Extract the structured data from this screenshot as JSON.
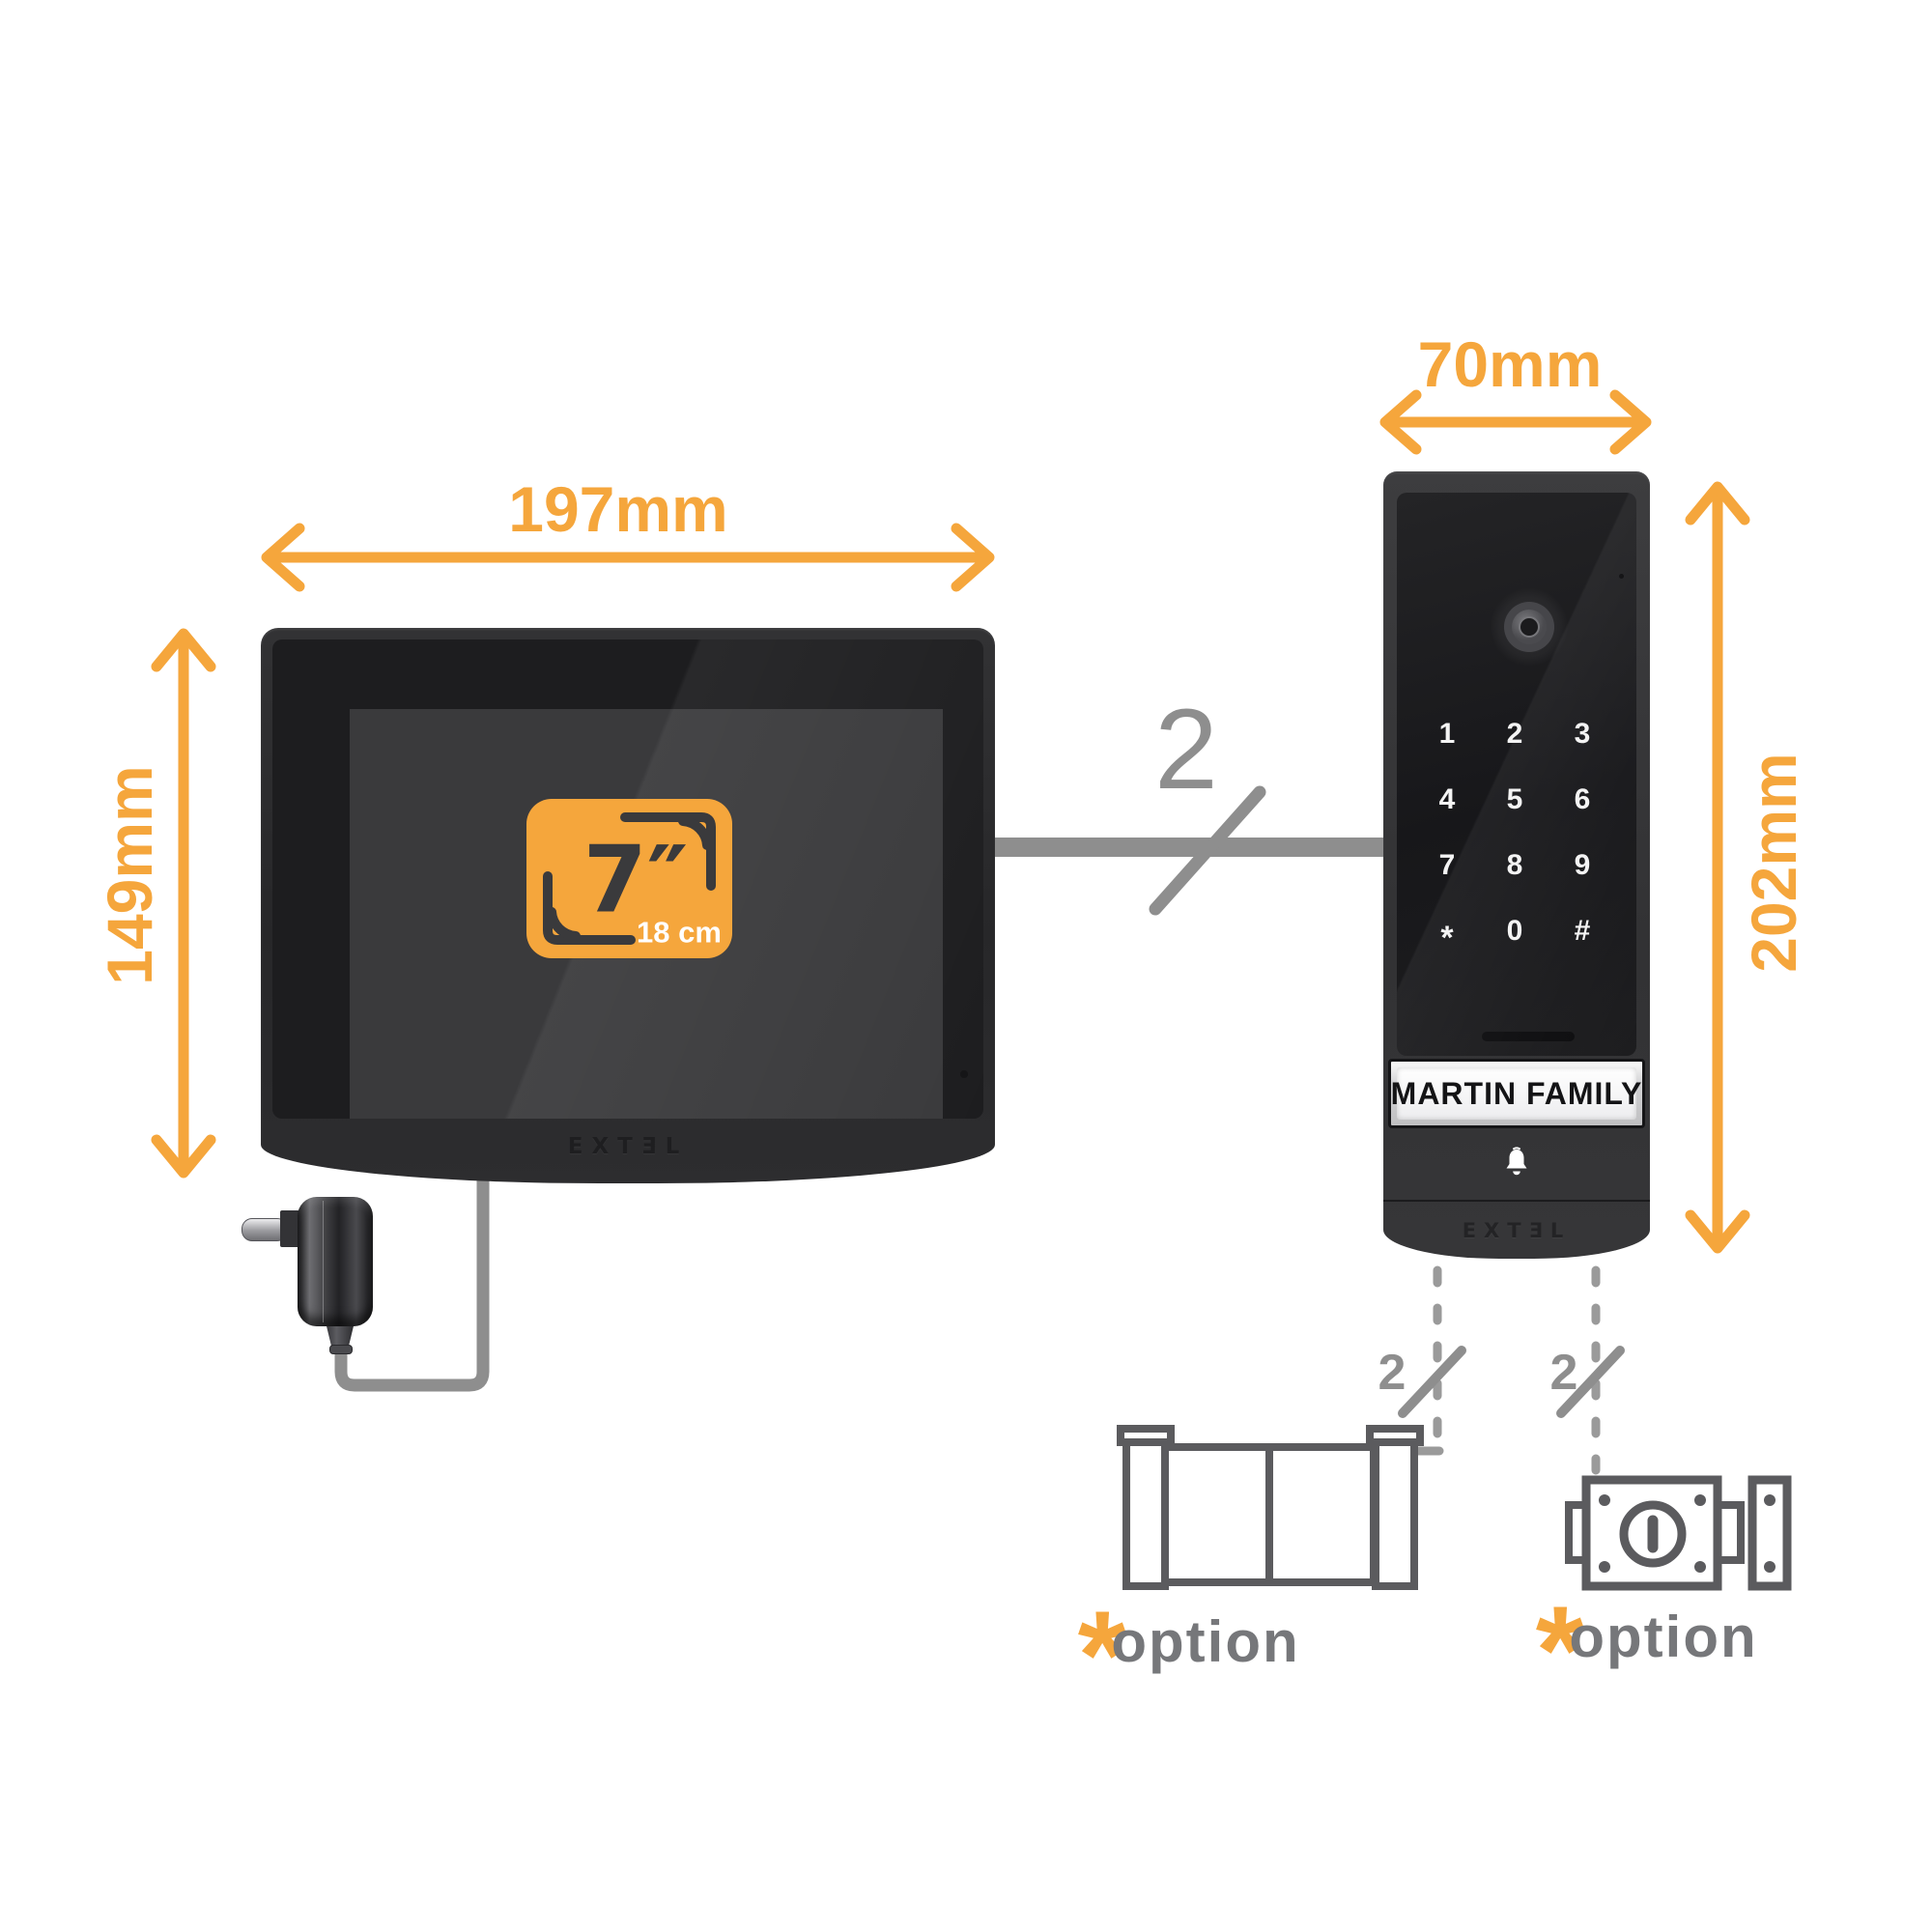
{
  "title": "Extel video door phone kit — dimensions and wiring diagram",
  "brand": {
    "logo": "EXTƎL"
  },
  "colors": {
    "accent_orange": "#F5A63C",
    "wire_gray": "#8E8E8E",
    "icon_outline_gray": "#5B5B5E",
    "option_text_gray": "#76777A"
  },
  "dimensions": {
    "monitor_width": "197mm",
    "monitor_height": "149mm",
    "door_station_width": "70mm",
    "door_station_height": "202mm"
  },
  "monitor": {
    "screen_badge": {
      "size_inches": "7″",
      "size_cm": "18 cm"
    }
  },
  "door_station": {
    "nameplate": "MARTIN FAMILY",
    "keypad": [
      "1",
      "2",
      "3",
      "4",
      "5",
      "6",
      "7",
      "8",
      "9",
      "*",
      "0",
      "#"
    ]
  },
  "wiring": {
    "monitor_to_door_station_wires": "2",
    "door_station_to_gate_wires": "2",
    "door_station_to_lock_wires": "2"
  },
  "options": {
    "gate": {
      "marker": "*",
      "label": "option"
    },
    "lock": {
      "marker": "*",
      "label": "option"
    }
  }
}
